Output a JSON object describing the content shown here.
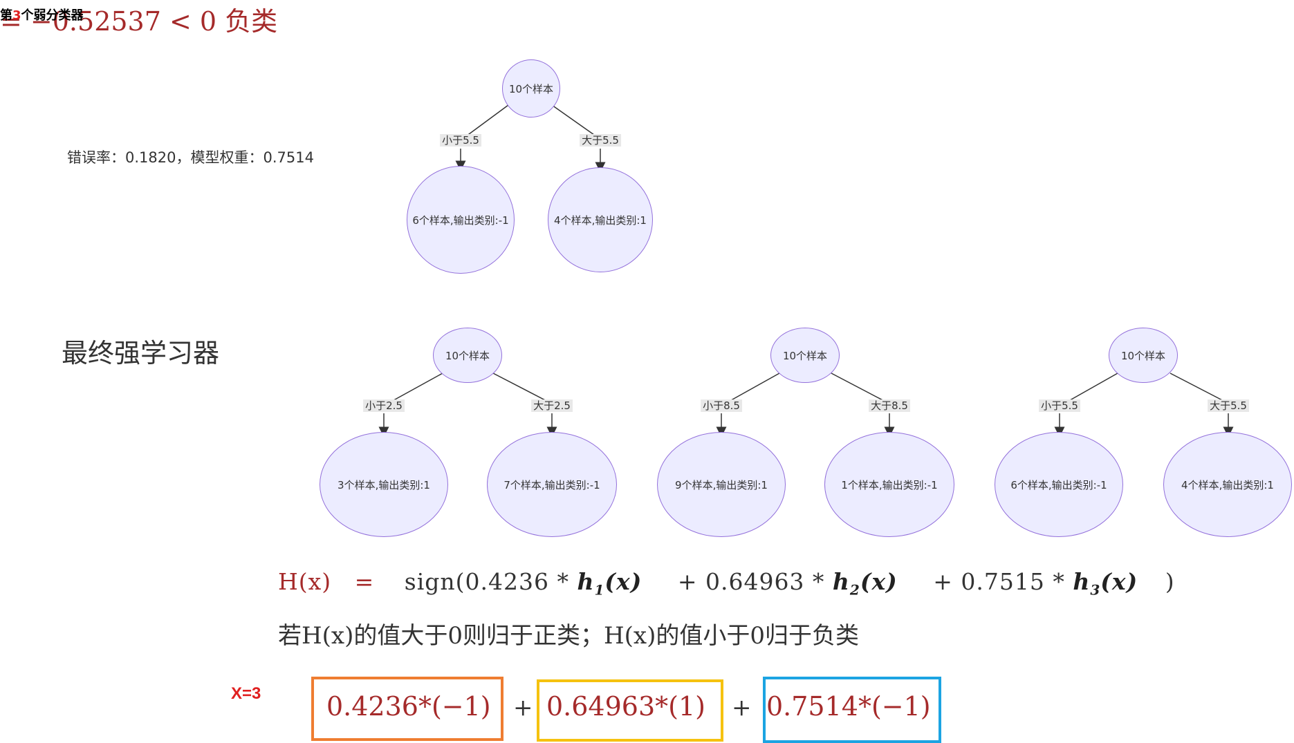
{
  "header": {
    "prefix": "第",
    "number": "3",
    "suffix": "个弱分类器"
  },
  "weak3_info": "错误率：0.1820，模型权重：0.7514",
  "strong_title": "最终强学习器",
  "colors": {
    "node_fill": "#ececff",
    "node_border": "#9370db",
    "highlight": "#e02020",
    "orange": "#ef7d31",
    "yellow": "#f5c20f",
    "blue": "#1ca4e2"
  },
  "trees": {
    "weak3": {
      "root": "10个样本",
      "left_edge": "小于5.5",
      "right_edge": "大于5.5",
      "left_leaf": "6个样本,输出类别:-1",
      "right_leaf": "4个样本,输出类别:1"
    },
    "strong1": {
      "root": "10个样本",
      "left_edge": "小于2.5",
      "right_edge": "大于2.5",
      "left_leaf": "3个样本,输出类别:1",
      "right_leaf": "7个样本,输出类别:-1"
    },
    "strong2": {
      "root": "10个样本",
      "left_edge": "小于8.5",
      "right_edge": "大于8.5",
      "left_leaf": "9个样本,输出类别:1",
      "right_leaf": "1个样本,输出类别:-1"
    },
    "strong3": {
      "root": "10个样本",
      "left_edge": "小于5.5",
      "right_edge": "大于5.5",
      "left_leaf": "6个样本,输出类别:-1",
      "right_leaf": "4个样本,输出类别:1"
    }
  },
  "formula": {
    "lhs": "H(x)",
    "eq": "=",
    "sign_open": "sign(0.4236 *",
    "h1": "h",
    "s1": "1",
    "arg": "(x)",
    "plus2": "+ 0.64963 *",
    "h2": "h",
    "s2": "2",
    "plus3": "+ 0.7515 *",
    "h3": "h",
    "s3": "3",
    "close": ")",
    "rule": "若H(x)的值大于0则归于正类；H(x)的值小于0归于负类"
  },
  "example": {
    "x_label": "X=3",
    "term1": "0.4236*(−1)",
    "plus1": "+",
    "term2": "0.64963*(1)",
    "plus2": "+",
    "term3": "0.7514*(−1)",
    "result": "= −0.52537 < 0  负类"
  }
}
